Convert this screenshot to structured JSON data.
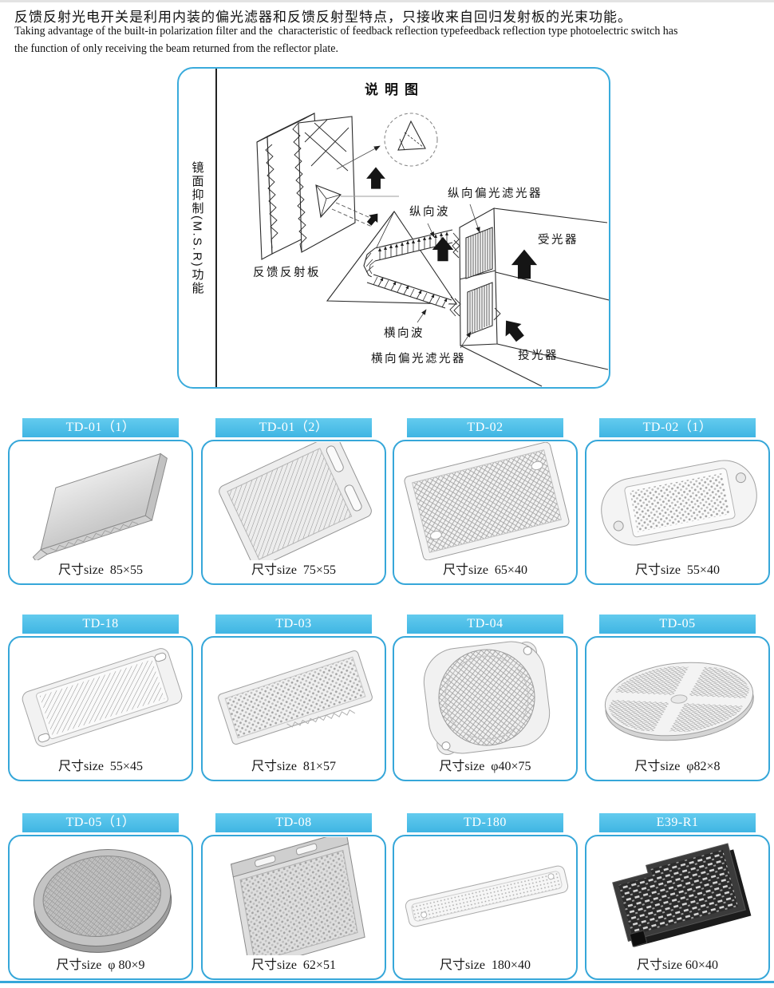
{
  "intro": {
    "zh": "反馈反射光电开关是利用内装的偏光滤器和反馈反射型特点，只接收来自回归发射板的光束功能。",
    "en1": "Taking advantage of the built-in polarization filter and the  characteristic of feedback reflection typefeedback reflection type photoelectric switch has",
    "en2": "the function of only receiving the beam returned from the reflector plate."
  },
  "diagram": {
    "title": "说明图",
    "side_label": "镜面抑制(M.S.R)功能",
    "labels": {
      "reflector": "反馈反射板",
      "vertical_wave": "纵向波",
      "vertical_filter": "纵向偏光滤光器",
      "receiver": "受光器",
      "horizontal_wave": "横向波",
      "horizontal_filter": "横向偏光滤光器",
      "emitter": "投光器"
    }
  },
  "products": [
    {
      "model": "TD-01（1）",
      "size": "尺寸size  85×55"
    },
    {
      "model": "TD-01（2）",
      "size": "尺寸size  75×55"
    },
    {
      "model": "TD-02",
      "size": "尺寸size  65×40"
    },
    {
      "model": "TD-02（1）",
      "size": "尺寸size  55×40"
    },
    {
      "model": "TD-18",
      "size": "尺寸size  55×45"
    },
    {
      "model": "TD-03",
      "size": "尺寸size  81×57"
    },
    {
      "model": "TD-04",
      "size": "尺寸size  φ40×75"
    },
    {
      "model": "TD-05",
      "size": "尺寸size  φ82×8"
    },
    {
      "model": "TD-05（1）",
      "size": "尺寸size  φ 80×9"
    },
    {
      "model": "TD-08",
      "size": "尺寸size  62×51"
    },
    {
      "model": "TD-180",
      "size": "尺寸size  180×40"
    },
    {
      "model": "E39-R1",
      "size": "尺寸size 60×40"
    }
  ],
  "colors": {
    "header_blue": "#4abfe8",
    "card_border": "#36a7d9",
    "diagram_border": "#3aabdc",
    "line_ink": "#2b2b2b"
  }
}
